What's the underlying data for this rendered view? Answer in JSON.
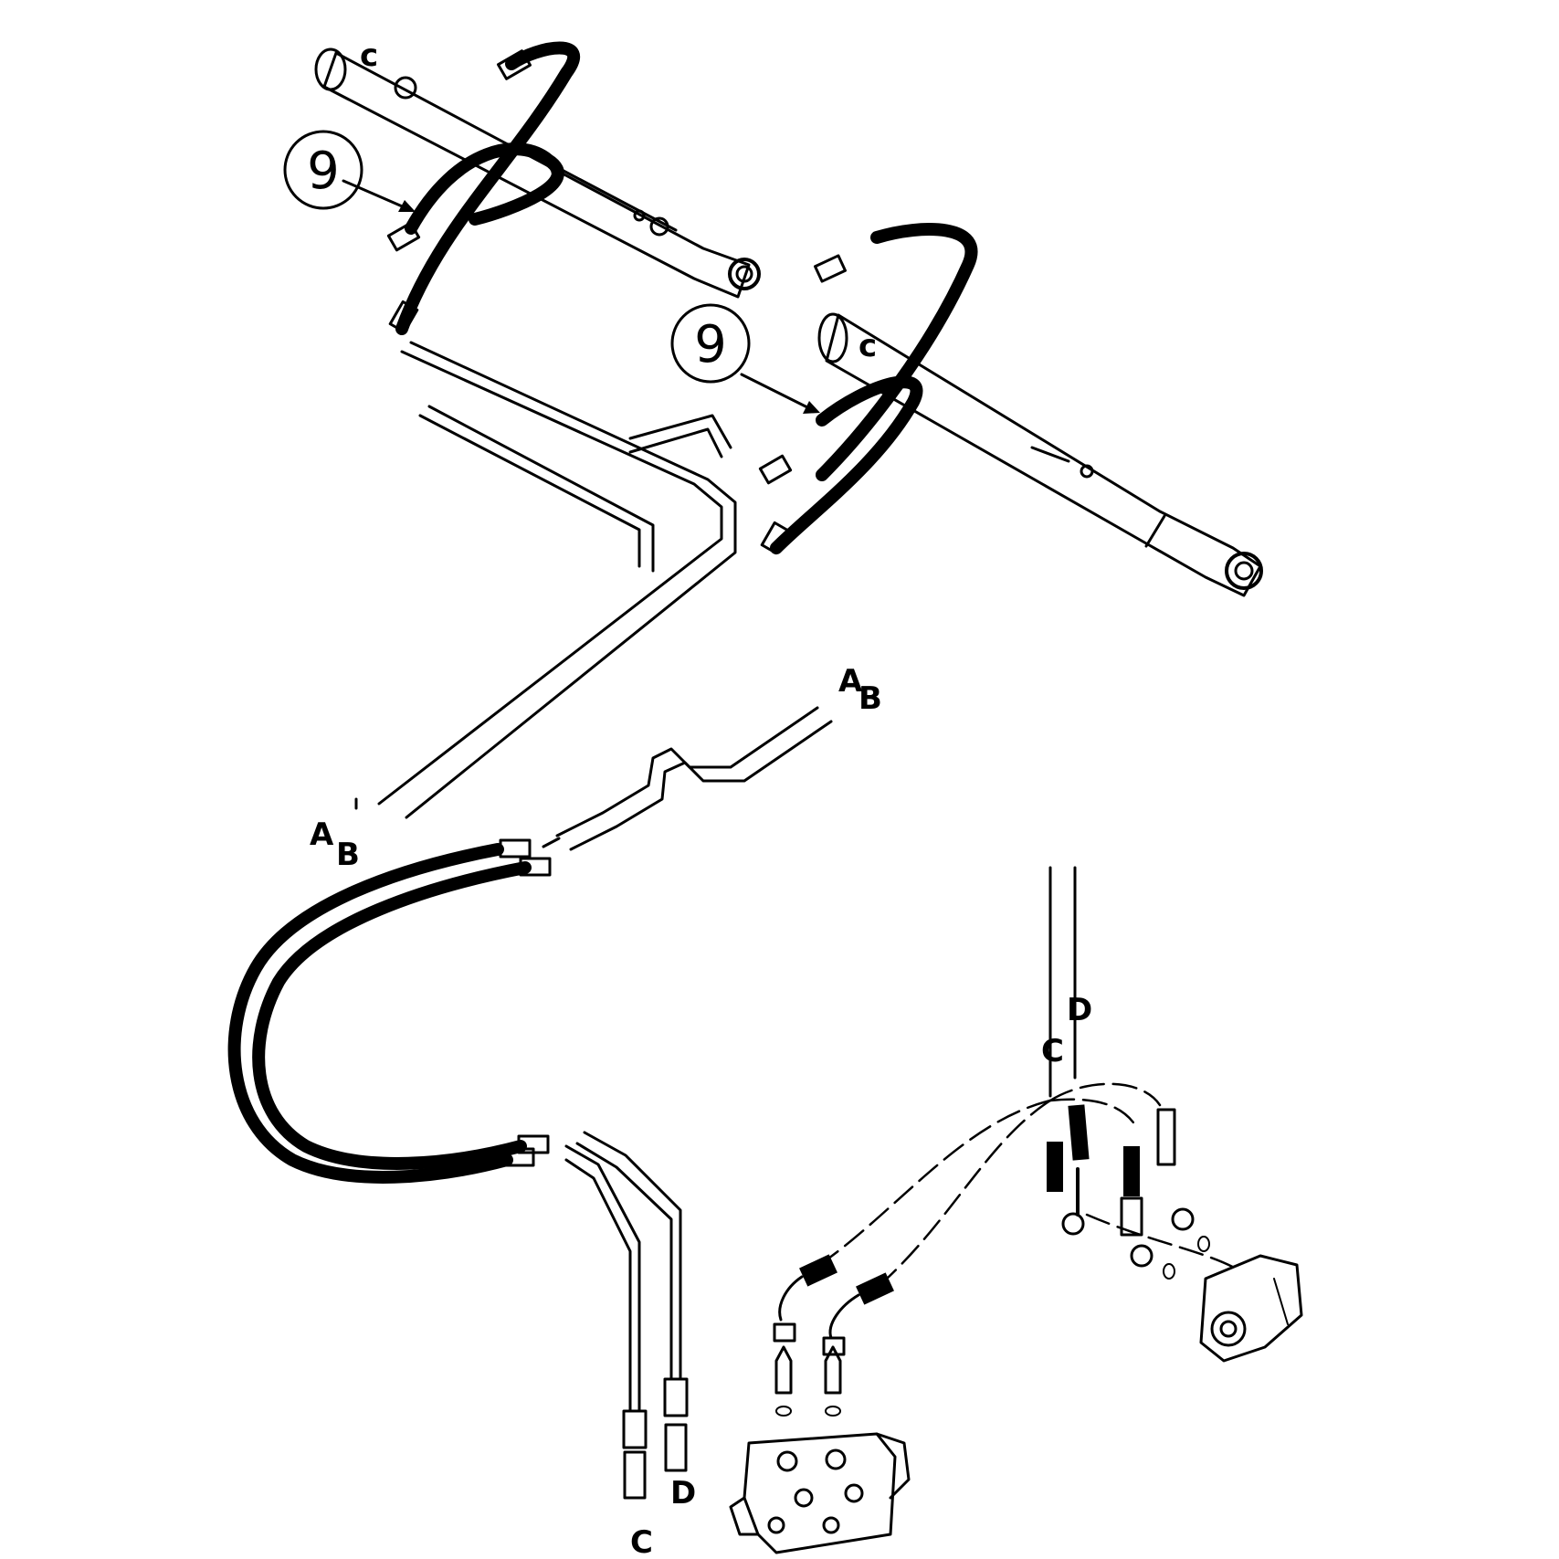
{
  "diagram": {
    "callouts": [
      {
        "id": "callout-upper",
        "number": "9"
      },
      {
        "id": "callout-lower",
        "number": "9"
      }
    ],
    "cylinder_marks": [
      "c",
      "c"
    ],
    "line_labels": {
      "top_right_a": "A",
      "top_right_b": "B",
      "left_a": "A",
      "left_b": "B",
      "right_c": "C",
      "right_d": "D",
      "bottom_c": "C",
      "bottom_d": "D"
    },
    "colors": {
      "ink": "#000000",
      "background": "#ffffff"
    }
  }
}
